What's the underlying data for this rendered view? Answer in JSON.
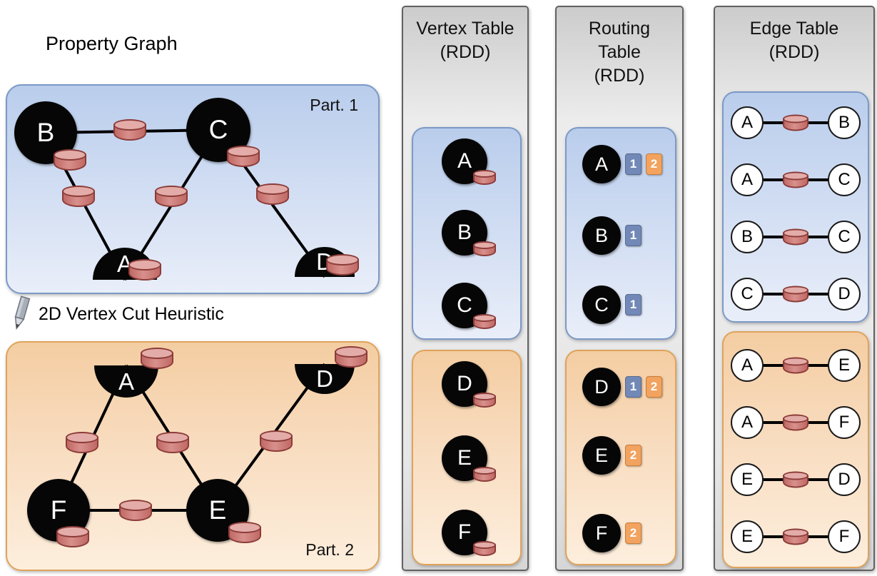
{
  "property_graph": {
    "title": "Property Graph",
    "heuristic": "2D Vertex Cut Heuristic",
    "part1": {
      "label": "Part. 1",
      "vertices": {
        "b": "B",
        "c": "C",
        "a": "A",
        "d": "D"
      }
    },
    "part2": {
      "label": "Part. 2",
      "vertices": {
        "a": "A",
        "d": "D",
        "f": "F",
        "e": "E"
      }
    }
  },
  "vertex_table": {
    "title": "Vertex Table",
    "subtitle": "(RDD)",
    "part1": [
      "A",
      "B",
      "C"
    ],
    "part2": [
      "D",
      "E",
      "F"
    ]
  },
  "routing_table": {
    "title_lines": [
      "Routing",
      "Table",
      "(RDD)"
    ],
    "part1": [
      {
        "vertex": "A",
        "parts": [
          "1",
          "2"
        ]
      },
      {
        "vertex": "B",
        "parts": [
          "1"
        ]
      },
      {
        "vertex": "C",
        "parts": [
          "1"
        ]
      }
    ],
    "part2": [
      {
        "vertex": "D",
        "parts": [
          "1",
          "2"
        ]
      },
      {
        "vertex": "E",
        "parts": [
          "2"
        ]
      },
      {
        "vertex": "F",
        "parts": [
          "2"
        ]
      }
    ]
  },
  "edge_table": {
    "title": "Edge Table",
    "subtitle": "(RDD)",
    "part1": [
      {
        "src": "A",
        "dst": "B"
      },
      {
        "src": "A",
        "dst": "C"
      },
      {
        "src": "B",
        "dst": "C"
      },
      {
        "src": "C",
        "dst": "D"
      }
    ],
    "part2": [
      {
        "src": "A",
        "dst": "E"
      },
      {
        "src": "A",
        "dst": "F"
      },
      {
        "src": "E",
        "dst": "D"
      },
      {
        "src": "E",
        "dst": "F"
      }
    ]
  },
  "colors": {
    "partition1_fill": "#c7d7f1",
    "partition1_border": "#7b99c6",
    "partition2_fill": "#f6d4ae",
    "partition2_border": "#dfa35c",
    "cylinder": "#ce7a76",
    "routing_ref_blue": "#7289b8",
    "routing_ref_orange": "#f1a35f",
    "table_background": "#dcdcdc"
  }
}
